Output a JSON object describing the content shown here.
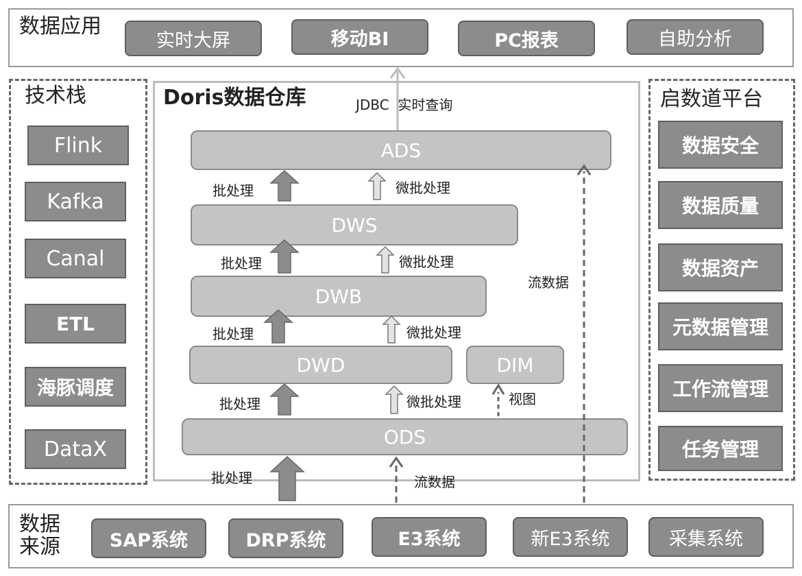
{
  "top": {
    "title": "数据应用",
    "items": [
      "实时大屏",
      "移动BI",
      "PC报表",
      "自助分析"
    ]
  },
  "left": {
    "title": "技术栈",
    "items": [
      "Flink",
      "Kafka",
      "Canal",
      "ETL",
      "海豚调度",
      "DataX"
    ]
  },
  "center": {
    "title": "Doris数据仓库",
    "jdbc_label": "JDBC  实时查询",
    "layers": {
      "ads": "ADS",
      "dws": "DWS",
      "dwb": "DWB",
      "dwd": "DWD",
      "dim": "DIM",
      "ods": "ODS"
    },
    "batch_label": "批处理",
    "microbatch_label": "微批处理",
    "stream_label": "流数据",
    "view_label": "视图"
  },
  "right": {
    "title": "启数道平台",
    "items": [
      "数据安全",
      "数据质量",
      "数据资产",
      "元数据管理",
      "工作流管理",
      "任务管理"
    ]
  },
  "bottom": {
    "title_line1": "数据",
    "title_line2": "来源",
    "items": [
      "SAP系统",
      "DRP系统",
      "E3系统",
      "新E3系统",
      "采集系统"
    ]
  },
  "colors": {
    "box_fill": "#8c8c8c",
    "layer_fill": "#c4c4c4",
    "frame_border": "#999999",
    "batch_arrow": "#8c8c8c",
    "microbatch_arrow": "#d9d9d9"
  }
}
